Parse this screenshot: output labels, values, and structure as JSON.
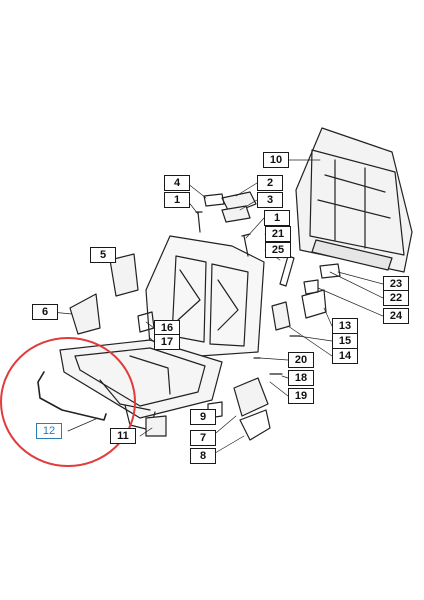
{
  "callouts": {
    "c1a": "1",
    "c1b": "1",
    "c2": "2",
    "c3": "3",
    "c4": "4",
    "c5": "5",
    "c6": "6",
    "c7": "7",
    "c8": "8",
    "c9": "9",
    "c10": "10",
    "c11": "11",
    "c12": "12",
    "c13": "13",
    "c14": "14",
    "c15": "15",
    "c16": "16",
    "c17": "17",
    "c18": "18",
    "c19": "19",
    "c20": "20",
    "c21": "21",
    "c22": "22",
    "c23": "23",
    "c24": "24",
    "c25": "25"
  },
  "highlight": {
    "part": "12",
    "color": "#e23b3b"
  }
}
